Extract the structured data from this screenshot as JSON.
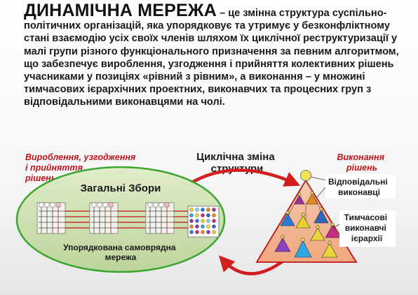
{
  "definition": {
    "term": "ДИНАМІЧНА МЕРЕЖА",
    "body": " – це змінна структура суспільно-політичних організацій,  яка упорядковує та утримує у безконфліктному стані взаємодію усіх своїх членів шляхом їх циклічної реструктуризації  у малі групи різного функціонального призначення за певним алгоритмом, що забезпечує вироблення, узгодження і прийняття колективних рішень учасниками у позиціях «рівний з рівним», а виконання – у множині тимчасових ієрархічних проектних, виконавчих та процесних груп з відповідальними виконавцями на чолі."
  },
  "diagram": {
    "left_caption": [
      "Вироблення, узгодження",
      "і прийняття",
      "рішень"
    ],
    "center_caption": [
      "Циклічна зміна",
      "структури"
    ],
    "right_caption": [
      "Виконання",
      "рішень"
    ],
    "assembly_title": "Загальні Збори",
    "network_caption": [
      "Упорядкована самоврядна",
      "мережа"
    ],
    "responsible_label": [
      "Відповідальні",
      "виконавці"
    ],
    "hierarchy_label": [
      "Тимчасові",
      "виконавчі",
      "ієрархії"
    ]
  },
  "colors": {
    "caption_red": "#c0141b",
    "arrow_red": "#d21e1e",
    "ellipse_green": "#3aa62f",
    "ellipse_fill": "#cfe1b3",
    "pyramid_fill": "#f2b692",
    "responsible_yellow": "#f2e255",
    "hierarchy_colors": [
      "#9b30a0",
      "#e6891d",
      "#2a7bd6",
      "#e4d22b",
      "#2f64b8",
      "#c82a8a",
      "#2ba8e3",
      "#8a3fbd",
      "#e9d53a",
      "#1f6fd1"
    ]
  }
}
